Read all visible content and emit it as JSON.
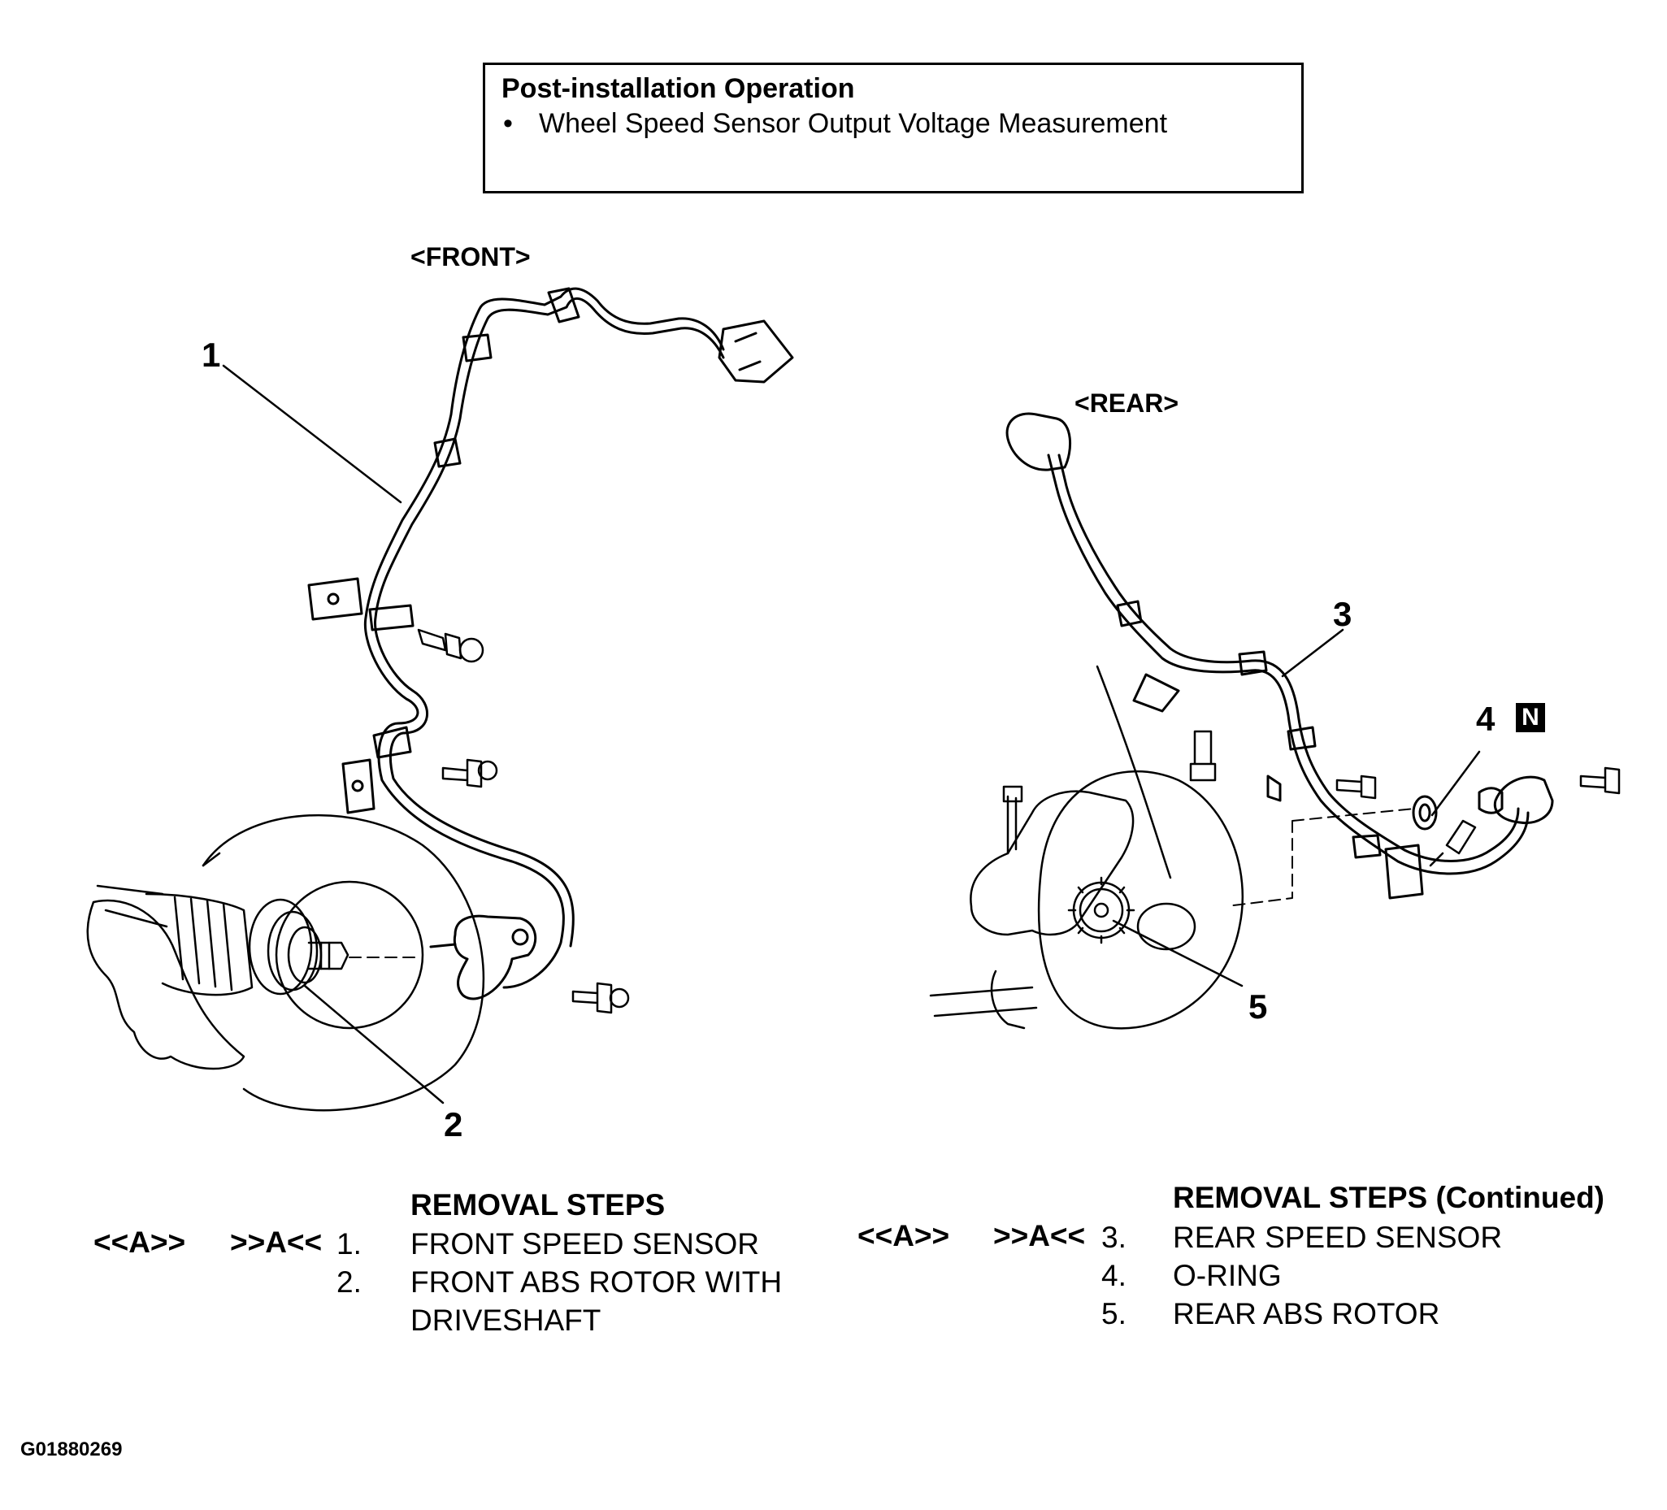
{
  "post_installation": {
    "title": "Post-installation Operation",
    "items": [
      "Wheel Speed Sensor Output Voltage Measurement"
    ]
  },
  "views": {
    "front": "<FRONT>",
    "rear": "<REAR>"
  },
  "callouts": {
    "c1": "1",
    "c2": "2",
    "c3": "3",
    "c4": "4",
    "c5": "5",
    "n_badge": "N"
  },
  "removal_left": {
    "title": "REMOVAL STEPS",
    "rows": [
      {
        "mark_a": "<<A>>",
        "mark_b": ">>A<<",
        "num": "1.",
        "text": "FRONT SPEED SENSOR"
      },
      {
        "mark_a": "",
        "mark_b": "",
        "num": "2.",
        "text": "FRONT ABS ROTOR WITH"
      },
      {
        "mark_a": "",
        "mark_b": "",
        "num": "",
        "text": "DRIVESHAFT"
      }
    ]
  },
  "removal_right": {
    "title": "REMOVAL STEPS (Continued)",
    "rows": [
      {
        "mark_a": "<<A>>",
        "mark_b": ">>A<<",
        "num": "3.",
        "text": "REAR SPEED SENSOR"
      },
      {
        "mark_a": "",
        "mark_b": "",
        "num": "4.",
        "text": "O-RING"
      },
      {
        "mark_a": "",
        "mark_b": "",
        "num": "5.",
        "text": "REAR ABS ROTOR"
      }
    ]
  },
  "figure_code": "G01880269"
}
